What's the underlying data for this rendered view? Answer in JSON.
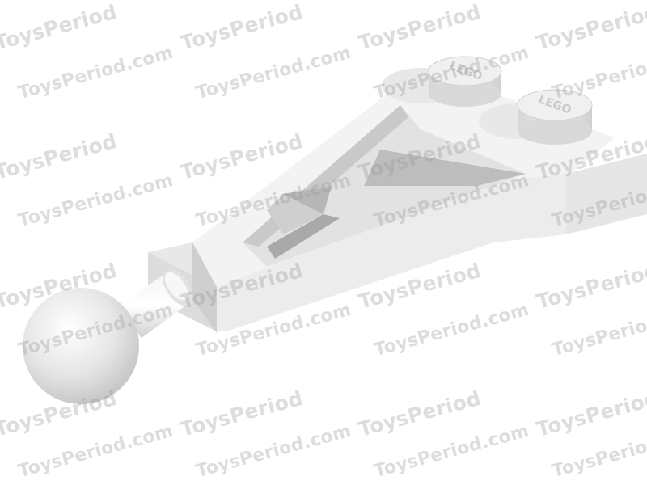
{
  "image": {
    "subject": "lego-technic-ball-joint-plate-part",
    "brand_mark": "LEGO",
    "colors": {
      "background": "#ffffff",
      "part_light": "#f2f2f2",
      "part_mid": "#e0e0e0",
      "part_shadow": "#bdbdbd",
      "part_dark": "#9e9e9e",
      "watermark": "#969696"
    }
  },
  "watermark": {
    "text_brand": "ToysPeriod",
    "text_domain": "ToysPeriod.com"
  }
}
